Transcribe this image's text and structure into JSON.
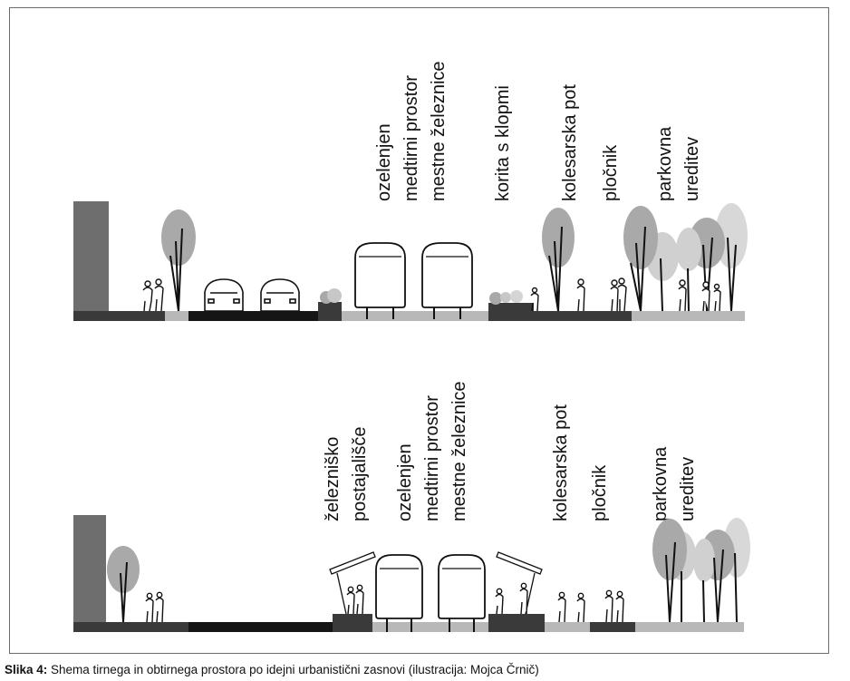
{
  "top_section": {
    "labels": [
      [
        "ozelenjen",
        "medtirni prostor",
        "mestne železnice"
      ],
      [
        "korita s klopmi"
      ],
      [
        "kolesarska pot"
      ],
      [
        "pločnik"
      ],
      [
        "parkovna",
        "ureditev"
      ]
    ]
  },
  "bottom_section": {
    "labels": [
      [
        "železniško",
        "postajališče"
      ],
      [
        "ozelenjen",
        "medtirni prostor",
        "mestne železnice"
      ],
      [
        "kolesarska pot"
      ],
      [
        "pločnik"
      ],
      [
        "parkovna",
        "ureditev"
      ]
    ]
  },
  "caption": {
    "prefix": "Slika 4:",
    "text": " Shema tirnega in obtirnega prostora po idejni urbanistični zasnovi (ilustracija: Mojca Črnič)"
  },
  "colors": {
    "building": "#6e6e6e",
    "dark_ground": "#3a3a3a",
    "road": "#151515",
    "light_ground": "#b8b8b8",
    "tree_mid": "#a9a9a9",
    "tree_light": "#d0d0d0"
  }
}
